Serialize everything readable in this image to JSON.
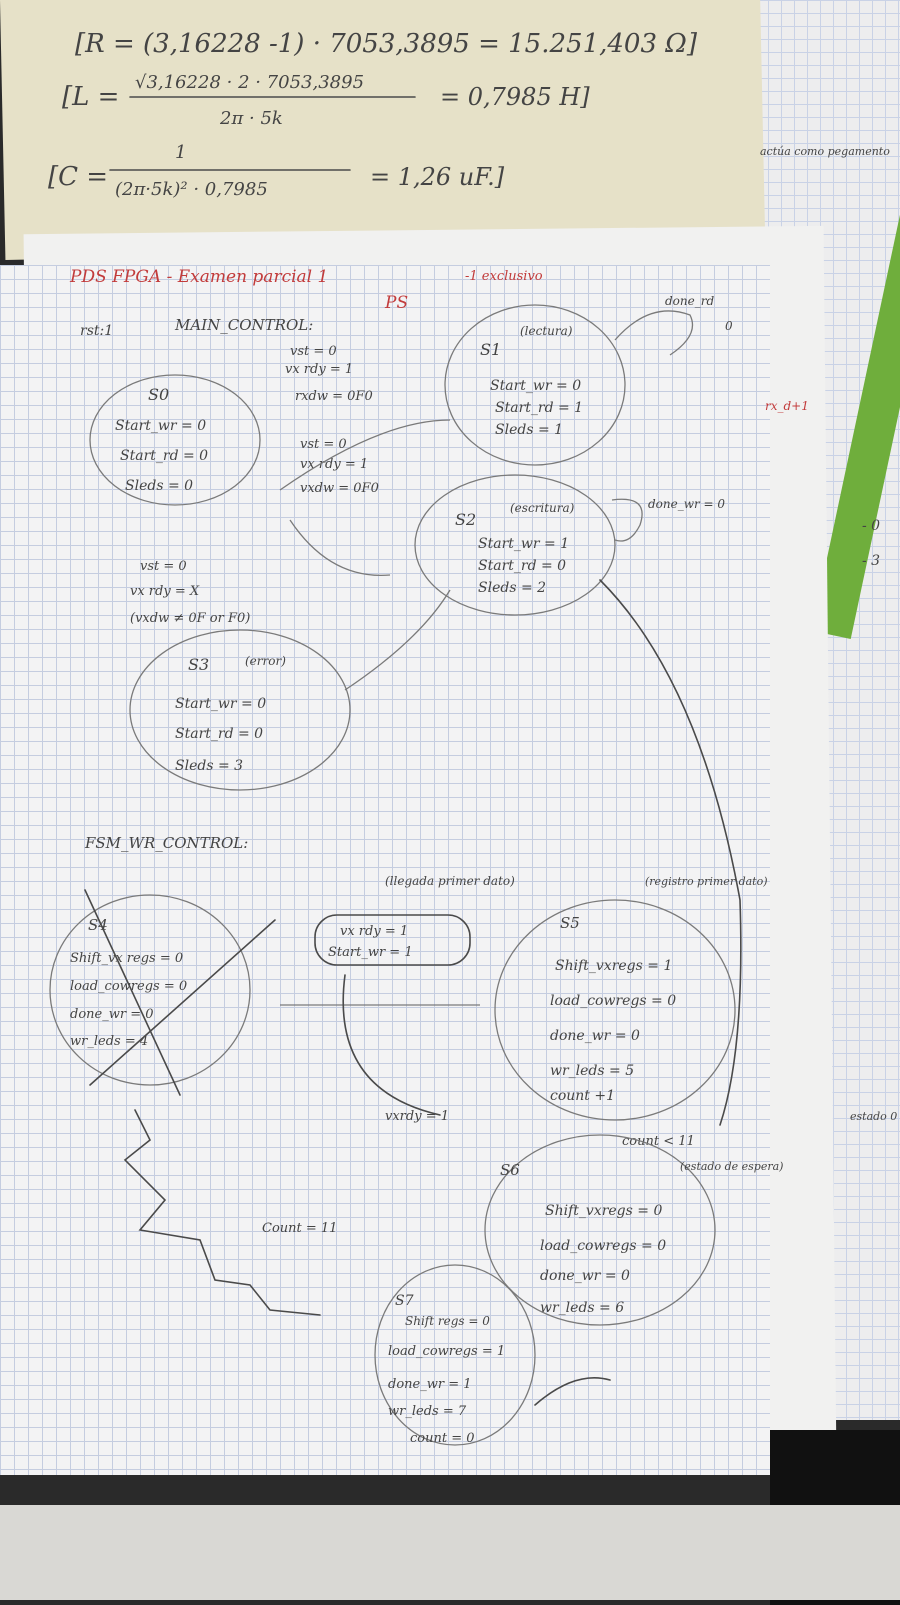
{
  "top_sheet": {
    "line_r": "[R = (3,16228 -1) · 7053,3895 = 15.251,403 Ω]",
    "line_l_num": "√3,16228 · 2 · 7053,3895",
    "line_l_den": "2π · 5k",
    "line_l_res": "= 0,7985 H]",
    "line_l_lead": "[L =",
    "line_c_lead": "[C =",
    "line_c_num": "1",
    "line_c_den": "(2π·5k)² · 0,7985",
    "line_c_res": "= 1,26 uF.]"
  },
  "main_sheet": {
    "header": "PDS FPGA - Examen parcial 1",
    "header_note": "-1 exclusivo",
    "ps_label": "PS",
    "main_control_title": "MAIN_CONTROL:",
    "rst_label": "rst:1",
    "s0": {
      "name": "S0",
      "l1": "Start_wr = 0",
      "l2": "Start_rd = 0",
      "l3": "Sleds = 0"
    },
    "s1": {
      "name": "S1",
      "tag": "(lectura)",
      "l1": "Start_wr = 0",
      "l2": "Start_rd = 1",
      "l3": "Sleds = 1"
    },
    "s2": {
      "name": "S2",
      "tag": "(escritura)",
      "l1": "Start_wr = 1",
      "l2": "Start_rd = 0",
      "l3": "Sleds = 2"
    },
    "s3": {
      "name": "S3",
      "tag": "(error)",
      "l1": "Start_wr = 0",
      "l2": "Start_rd = 0",
      "l3": "Sleds = 3"
    },
    "t_s0_s1": {
      "l1": "vst = 0",
      "l2": "vx rdy = 1",
      "l3": "rxdw = 0F0"
    },
    "t_s0_s2": {
      "l1": "vst = 0",
      "l2": "vx rdy = 1",
      "l3": "vxdw = 0F0"
    },
    "t_s0_s3": {
      "l1": "vst = 0",
      "l2": "vx rdy = X",
      "l3": "(vxdw ≠ 0F or F0)"
    },
    "done_rd": "done_rd",
    "done_rd_val": "0",
    "done_wr": "done_wr = 0",
    "fsm_wr_title": "FSM_WR_CONTROL:",
    "s4": {
      "name": "S4",
      "l1": "Shift_vx regs = 0",
      "l2": "load_cowregs = 0",
      "l3": "done_wr = 0",
      "l4": "wr_leds = 4"
    },
    "s4_entry": {
      "l1": "vx rdy = 1",
      "l2": "Start_wr = 1"
    },
    "s5": {
      "name": "S5",
      "tag": "(registro primer dato)",
      "l1": "Shift_vxregs = 1",
      "l2": "load_cowregs = 0",
      "l3": "done_wr = 0",
      "l4": "wr_leds = 5",
      "l5": "count +1"
    },
    "s5_note": "(llegada primer dato)",
    "s6": {
      "name": "S6",
      "tag": "(estado de espera)",
      "l1": "Shift_vxregs = 0",
      "l2": "load_cowregs = 0",
      "l3": "done_wr = 0",
      "l4": "wr_leds = 6"
    },
    "s7": {
      "name": "S7",
      "l1": "Shift regs = 0",
      "l2": "load_cowregs = 1",
      "l3": "done_wr = 1",
      "l4": "wr_leds = 7",
      "l5": "count = 0"
    },
    "t_s6_s5": "vxrdy = 1",
    "t_count_lt": "count < 11",
    "t_count_eq": "Count = 11"
  },
  "side_notes": {
    "right_top": "actúa como pegamento",
    "right_red": "rx_d+1",
    "right_margin": "- 0",
    "right_margin2": "- 3",
    "right_low": "estado 0"
  }
}
